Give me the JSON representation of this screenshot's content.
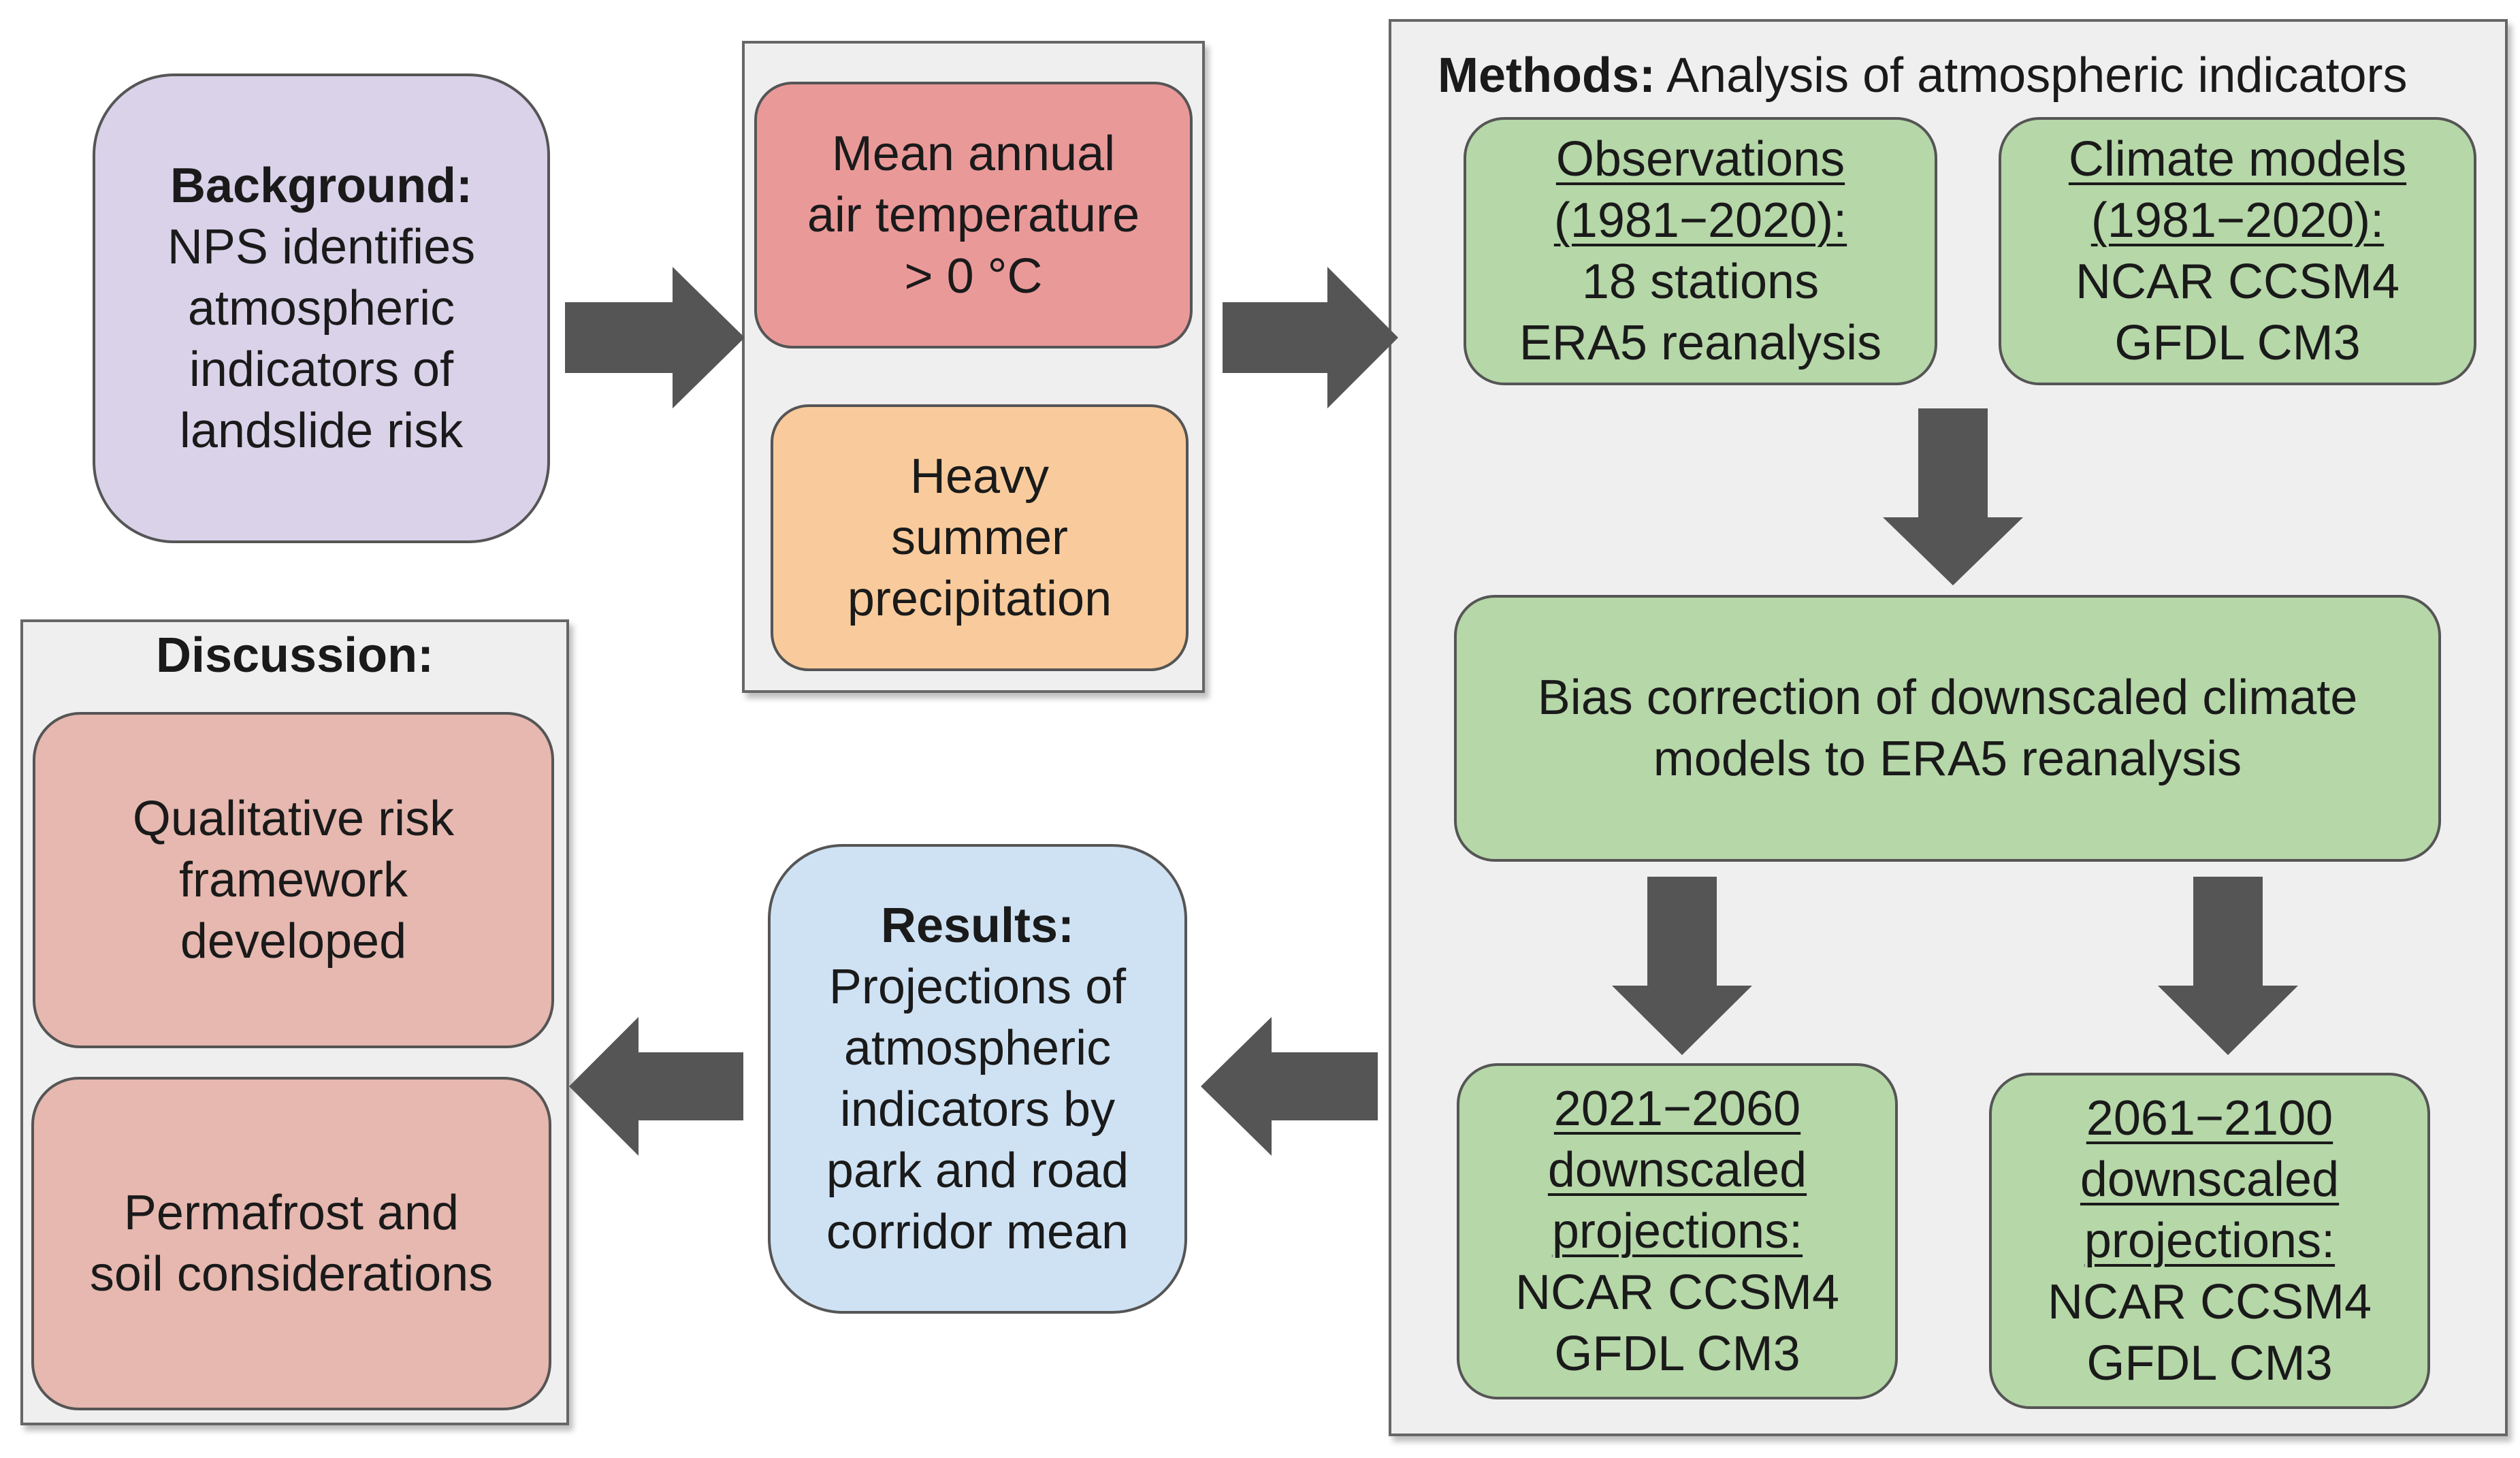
{
  "background": {
    "heading": "Background:",
    "lines": [
      "NPS identifies",
      "atmospheric",
      "indicators of",
      "landslide risk"
    ]
  },
  "indicators": {
    "temperature": [
      "Mean annual",
      "air temperature",
      "> 0 °C"
    ],
    "precipitation": [
      "Heavy",
      "summer",
      "precipitation"
    ]
  },
  "methods": {
    "title_bold": "Methods:",
    "title_rest": " Analysis of atmospheric indicators",
    "observations": {
      "title": [
        "Observations",
        "(1981−2020):"
      ],
      "lines": [
        "18 stations",
        "ERA5 reanalysis"
      ]
    },
    "climate_models": {
      "title": [
        "Climate models",
        "(1981−2020):"
      ],
      "lines": [
        "NCAR CCSM4",
        "GFDL CM3"
      ]
    },
    "bias_correction": [
      "Bias correction of downscaled climate",
      "models to ERA5 reanalysis"
    ],
    "projection_mid": {
      "title": [
        "2021−2060",
        "downscaled",
        "projections:"
      ],
      "lines": [
        "NCAR CCSM4",
        "GFDL CM3"
      ]
    },
    "projection_late": {
      "title": [
        "2061−2100",
        "downscaled",
        "projections:"
      ],
      "lines": [
        "NCAR CCSM4",
        "GFDL CM3"
      ]
    }
  },
  "results": {
    "heading": "Results:",
    "lines": [
      "Projections of",
      "atmospheric",
      "indicators by",
      "park and road",
      "corridor mean"
    ]
  },
  "discussion": {
    "heading": "Discussion:",
    "framework": [
      "Qualitative risk",
      "framework",
      "developed"
    ],
    "permafrost": [
      "Permafrost and",
      "soil considerations"
    ]
  },
  "colors": {
    "purple": "#d9d2e9",
    "red": "#ea9999",
    "orange": "#f9cb9c",
    "green": "#b6d7a8",
    "blue": "#cfe2f3",
    "salmon": "#e6b8af",
    "arrow": "#555555",
    "panel": "#efefef"
  }
}
